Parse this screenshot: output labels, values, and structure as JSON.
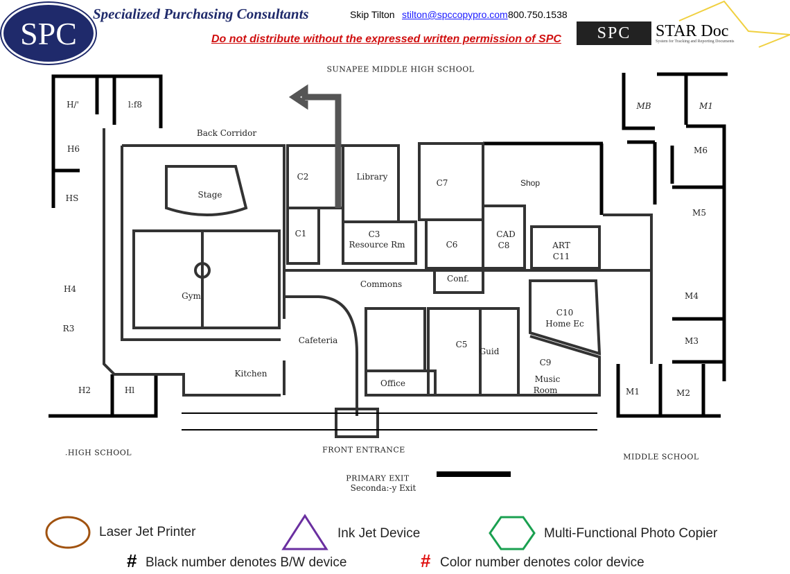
{
  "header": {
    "logo_text": "SPC",
    "company": "Specialized Purchasing Consultants",
    "contact_name": "Skip Tilton",
    "contact_email": "stilton@spccopypro.com",
    "contact_phone": "800.750.1538",
    "warning": "Do not distribute without the expressed written permission of SPC",
    "star_logo_spc": "SPC",
    "star_logo_title": "STAR Doc",
    "star_logo_subtitle": "System for Tracking and Reporting Documents"
  },
  "map": {
    "school_name": "SUNAPEE MIDDLE HIGH SCHOOL",
    "rooms": {
      "h7": "H/'",
      "h8": "l:f8",
      "back_corridor": "Back Corridor",
      "h6": "H6",
      "stage": "Stage",
      "c2": "C2",
      "library": "Library",
      "c7": "C7",
      "shop": "Shop",
      "mb": "MB",
      "m1_top": "M1",
      "m6": "M6",
      "hs": "HS",
      "c1": "C1",
      "c3": "C3",
      "resource_rm": "Resource Rm",
      "c6": "C6",
      "cad": "CAD",
      "c8": "C8",
      "art": "ART",
      "c11": "C11",
      "m5": "M5",
      "gym": "Gym",
      "h4": "H4",
      "commons": "Commons",
      "conf": "Conf.",
      "c10": "C10",
      "home_ec": "Home Ec",
      "m4": "M4",
      "r3": "R3",
      "cafeteria": "Cafeteria",
      "c5": "C5",
      "guid": "Guid",
      "m3": "M3",
      "c9": "C9",
      "music": "Music",
      "room": "Room",
      "office": "Office",
      "kitchen": "Kitchen",
      "h2": "H2",
      "h1": "Hl",
      "m1": "M1",
      "m2": "M2"
    },
    "high_school": ".HIGH SCHOOL",
    "front_entrance": "FRONT ENTRANCE",
    "middle_school": "MIDDLE SCHOOL",
    "primary_exit": "PRIMARY EXIT",
    "secondary_exit": "Seconda:-y Exit"
  },
  "legend": {
    "laser": "Laser Jet Printer",
    "inkjet": "Ink Jet Device",
    "mfp": "Multi-Functional Photo Copier",
    "hash": "#",
    "bw": "Black number denotes B/W device",
    "color": "Color number denotes color device",
    "colors": {
      "laser": "#a0520f",
      "inkjet": "#6a2fa0",
      "mfp": "#1aa050",
      "color_hash": "#e01010"
    }
  }
}
